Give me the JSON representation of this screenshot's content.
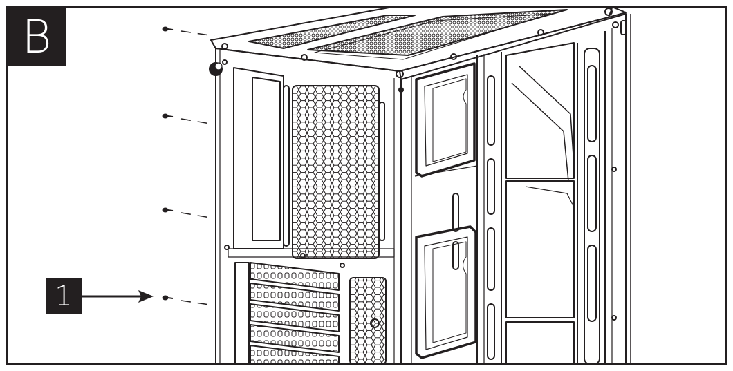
{
  "step_letter": "B",
  "callout_number": "1",
  "colors": {
    "line": "#231f20",
    "background": "#ffffff",
    "label_fill": "#231f20",
    "label_text": "#ffffff"
  },
  "parts": {
    "screws": [
      "screw-icon",
      "screw-icon",
      "screw-icon",
      "screw-icon"
    ],
    "hdd_trays": [
      "hdd-tray-upper",
      "hdd-tray-lower"
    ],
    "expansion_slot_covers": 5
  }
}
